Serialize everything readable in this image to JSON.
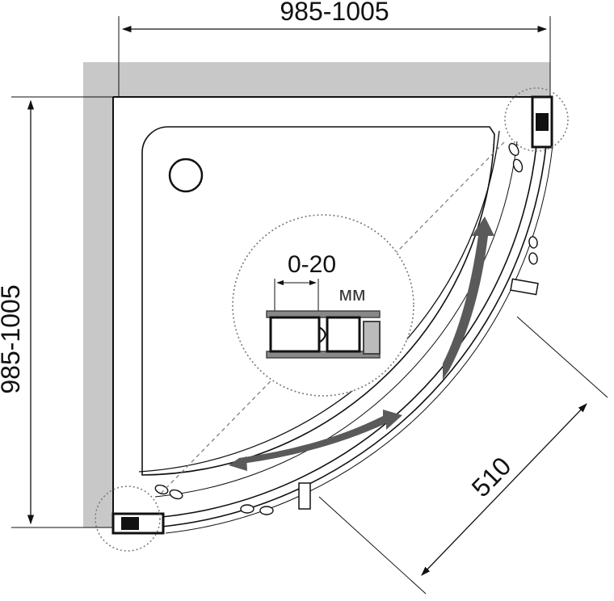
{
  "dimensions": {
    "top_width": "985-1005",
    "left_height": "985-1005",
    "door_opening": "510"
  },
  "detail": {
    "range": "0-20",
    "unit": "мм"
  },
  "colors": {
    "wall": "#c8c8c8",
    "line": "#111111",
    "arrow": "#5a5a5a",
    "dotted": "#777777"
  }
}
